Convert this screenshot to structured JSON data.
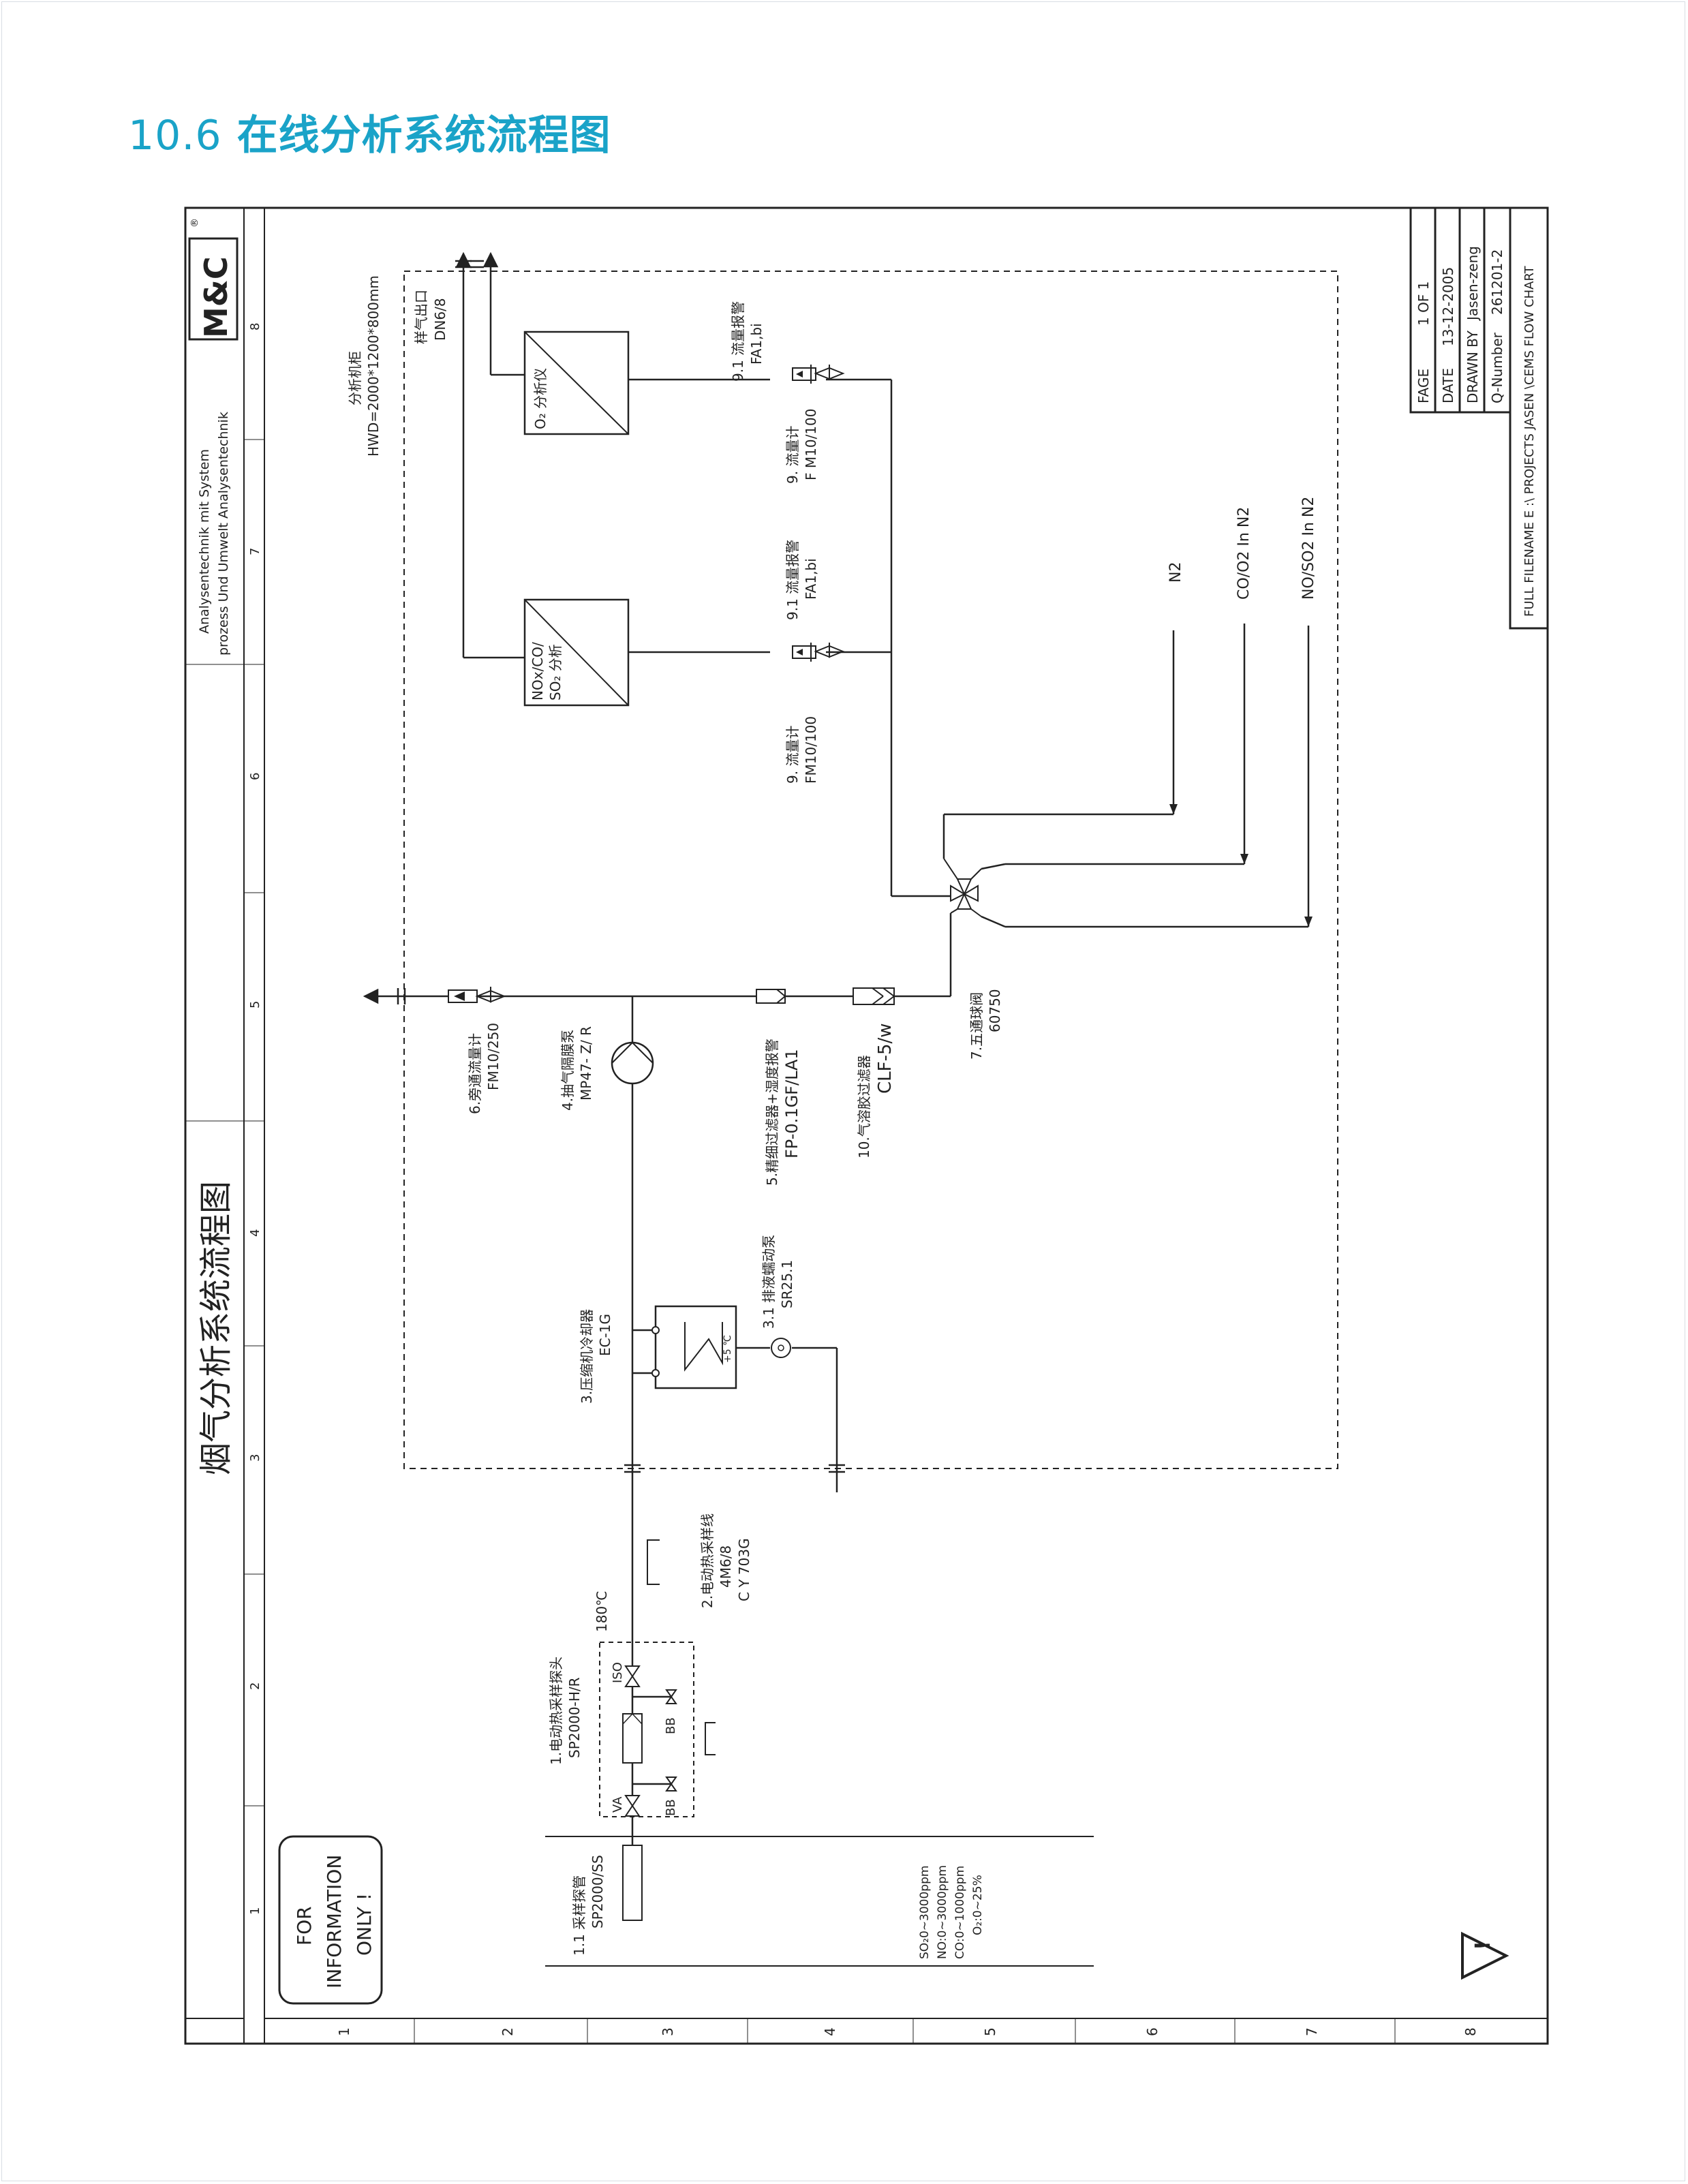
{
  "heading": {
    "number": "10.6",
    "text": "在线分析系统流程图"
  },
  "title_block": {
    "company_line1": "Analysentechnik mit System",
    "company_line2": "prozess Und Umwelt Analysentechnik",
    "logo": "M&C",
    "registered": "®",
    "drawing_title": "烟气分析系统流程图",
    "page_label": "FAGE",
    "page_value": "1 OF 1",
    "date_label": "DATE",
    "date_value": "13-12-2005",
    "drawn_label": "DRAWN BY",
    "drawn_value": "Jasen-zeng",
    "qnumber_label": "Q-Number",
    "qnumber_value": "261201-2",
    "filename": "FULL FILENAME   E   :\\  PROJECTS JASEN  \\CEMS FLOW CHART",
    "info_stamp": [
      "FOR",
      "INFORMATION",
      "ONLY !"
    ]
  },
  "grid": {
    "top_numbers": [
      "1",
      "2",
      "3",
      "4",
      "5",
      "6",
      "7",
      "8"
    ],
    "side_numbers": [
      "1",
      "2",
      "3",
      "4",
      "5",
      "6",
      "7",
      "8"
    ]
  },
  "cabinet": {
    "name": "分析机柜",
    "size": "HWD=2000*1200*800mm"
  },
  "gas_outlet": {
    "name": "样气出口",
    "spec": "DN6/8"
  },
  "components": {
    "o2_analyzer": "O₂ 分析仪",
    "nox_analyzer": [
      "NOx/CO/",
      "SO₂ 分析"
    ],
    "flow_alarm_a": {
      "name": "9.1 流量报警",
      "model": "FA1,bi"
    },
    "flow_meter_a": {
      "name": "9. 流量计",
      "model": "F M10/100"
    },
    "flow_alarm_b": {
      "name": "9.1 流量报警",
      "model": "FA1,bi"
    },
    "flow_meter_b": {
      "name": "9. 流量计",
      "model": "FM10/100"
    },
    "bypass_flowmeter": {
      "name": "6.旁通流量计",
      "model": "FM10/250"
    },
    "pump": {
      "name": "4.抽气隔膜泵",
      "model": "MP47- Z/ R"
    },
    "fine_filter": {
      "name": "5.精细过滤器+湿度报警",
      "model": "FP-0.1GF/LA1"
    },
    "aerosol_filter": {
      "name": "10.气溶胶过滤器",
      "model": "CLF-5/w"
    },
    "five_way_valve": {
      "name": "7.五通球阀",
      "model": "60750"
    },
    "cooler": {
      "name": "3.压缩机冷却器",
      "model": "EC-1G",
      "temp": "+5 ℃"
    },
    "drain_pump": {
      "name": "3.1  排液蠕动泵",
      "model": "SR25.1"
    },
    "heated_line": {
      "name": "2.电动热采样线",
      "model1": "4M6/8",
      "model2": "C Y 703G"
    },
    "line_temp": "180℃",
    "probe_head": {
      "name": "1.电动热采样探头",
      "model": "SP2000-H/R"
    },
    "probe_tube": {
      "name": "1.1  采样探管",
      "model": "SP2000/SS"
    },
    "valve_labels": {
      "iso": "ISO",
      "va": "VA",
      "bb1": "BB",
      "bb2": "BB"
    }
  },
  "cal_gases": [
    "N2",
    "CO/O2 In N2",
    "NO/SO2 In N2"
  ],
  "ranges": [
    "SO₂0~3000ppm",
    "NO:0~3000ppm",
    "CO:0~1000ppm",
    "O₂:0~25%"
  ]
}
